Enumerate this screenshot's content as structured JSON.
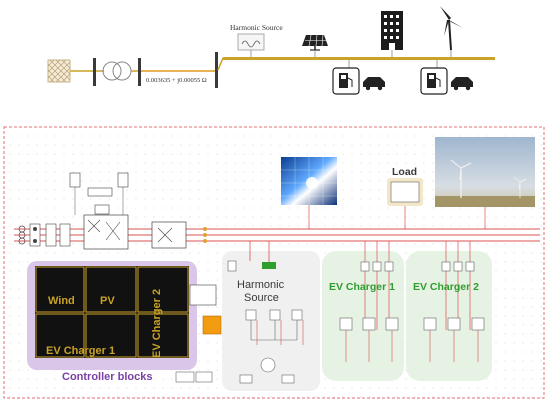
{
  "top_diagram": {
    "impedance_label": "0.003635 + j0.00055 Ω",
    "harmonic_source_label": "Harmonic Source"
  },
  "schematic": {
    "controller_blocks": {
      "caption": "Controller blocks",
      "cells": [
        {
          "key": "wind",
          "label": "Wind"
        },
        {
          "key": "pv",
          "label": "PV"
        },
        {
          "key": "ev-charger-2",
          "label": "EV Charger 2"
        },
        {
          "key": "ev-charger-1",
          "label": "EV Charger 1"
        }
      ]
    },
    "harmonic_source_label": "Harmonic\nSource",
    "ev_charger_1_label": "EV Charger 1",
    "ev_charger_2_label": "EV Charger 2",
    "load_label": "Load"
  },
  "colors": {
    "controller_fill": "#d9c6e8",
    "ev_fill": "#e6f2e3",
    "green_text": "#2e9e2e",
    "purple_text": "#7b3fa6",
    "bus_red": "#d9534f",
    "dashed_border": "#e07070",
    "busbar_gold": "#c9a227"
  }
}
